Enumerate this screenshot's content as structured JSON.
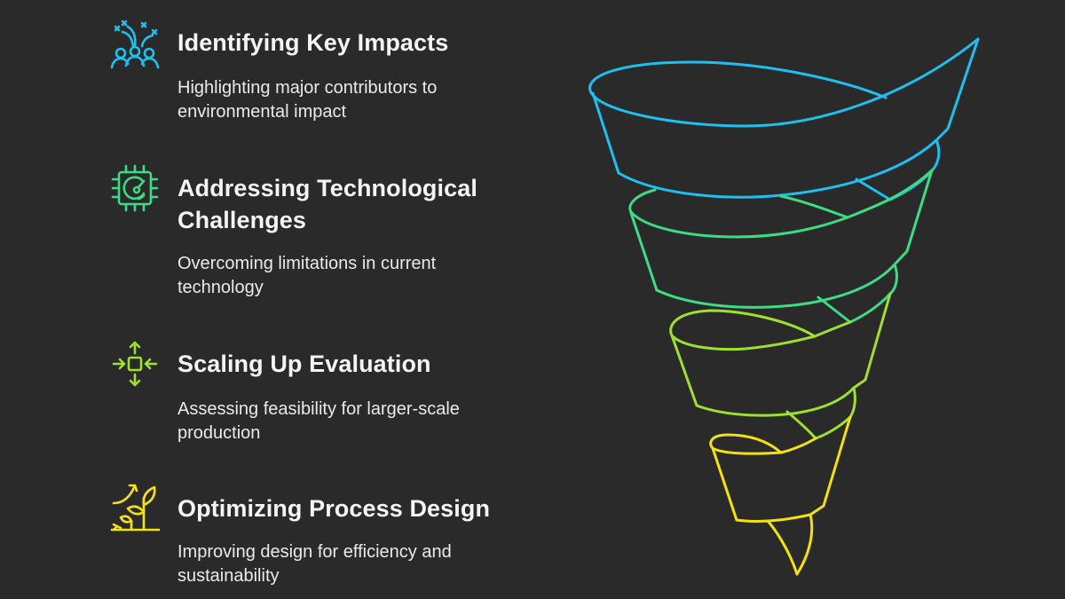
{
  "diagram": {
    "type": "spiral-funnel",
    "colors": {
      "background": "#2a2a2a",
      "stage1": "#1ec0f0",
      "stage2": "#3ddc84",
      "stage3": "#9ee02e",
      "stage4": "#f5e10f"
    },
    "stages": [
      {
        "icon": "people-celebration-icon",
        "title": "Identifying Key Impacts",
        "description": "Highlighting major contributors to environmental impact"
      },
      {
        "icon": "chip-gauge-icon",
        "title": "Addressing Technological Challenges",
        "description": "Overcoming limitations in current technology"
      },
      {
        "icon": "scale-arrows-icon",
        "title": "Scaling Up Evaluation",
        "description": "Assessing feasibility for larger-scale production"
      },
      {
        "icon": "growth-plant-icon",
        "title": "Optimizing Process Design",
        "description": "Improving design for efficiency and sustainability"
      }
    ]
  }
}
